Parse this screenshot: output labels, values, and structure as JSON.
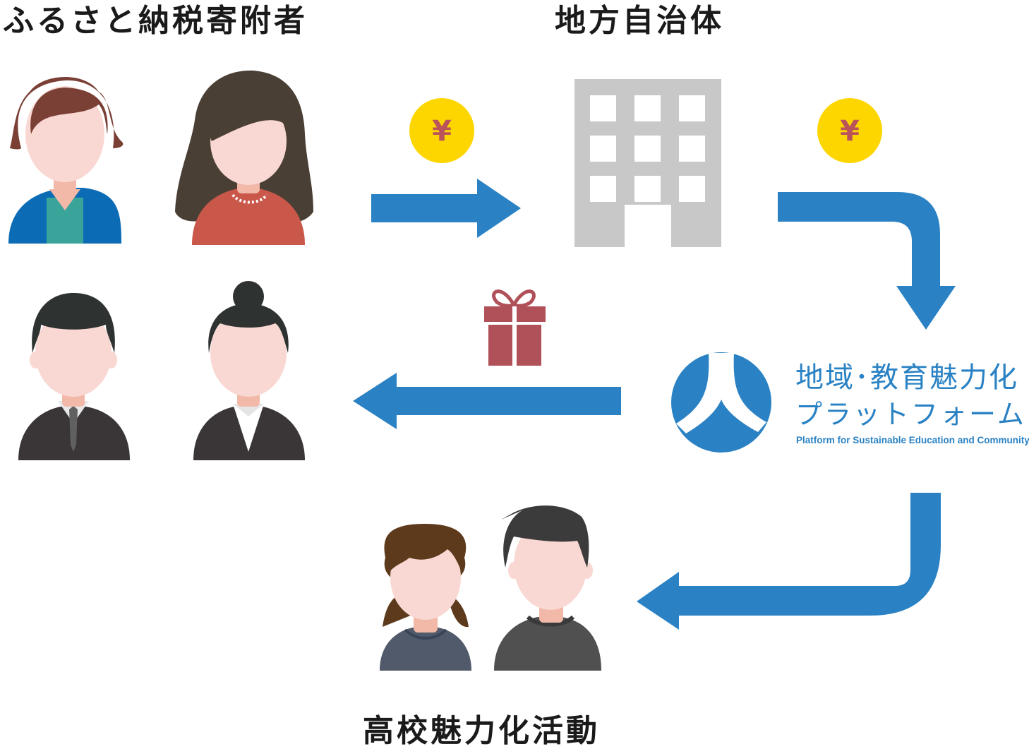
{
  "labels": {
    "donors": "ふるさと納税寄附者",
    "municipality": "地方自治体",
    "activities": "高校魅力化活動"
  },
  "coins": {
    "symbol": "¥"
  },
  "platform": {
    "title": "地域･教育魅力化",
    "subtitle": "プラットフォーム",
    "english": "Platform for Sustainable Education and Community"
  },
  "icons": {
    "donors": [
      "man-casual-icon",
      "woman-sweater-icon",
      "man-suit-icon",
      "woman-suit-icon"
    ],
    "students": [
      "girl-student-icon",
      "boy-student-icon"
    ],
    "building": "building-icon",
    "gift": "gift-icon",
    "logo": "platform-logo-icon"
  },
  "colors": {
    "arrow": "#2a82c4",
    "coin": "#fdd600",
    "building": "#c8c8c8",
    "gift": "#b05059",
    "skin": "#f9d8d3"
  }
}
